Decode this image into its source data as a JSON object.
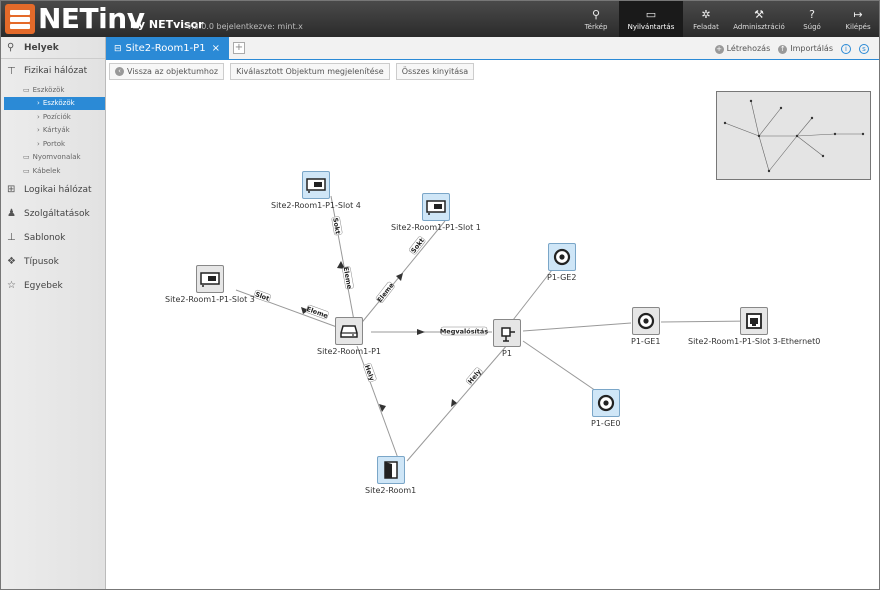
{
  "header": {
    "brand": "NETinv",
    "by": "by NETvisor",
    "version": "v.3.0.0 bejelentkezve: mint.x",
    "nav": [
      {
        "icon": "map-pin-icon",
        "glyph": "⚲",
        "label": "Térkép"
      },
      {
        "icon": "inbox-icon",
        "glyph": "▭",
        "label": "Nyilvántartás"
      },
      {
        "icon": "gear-icon",
        "glyph": "✲",
        "label": "Feladat"
      },
      {
        "icon": "wrench-icon",
        "glyph": "⚒",
        "label": "Adminisztráció"
      },
      {
        "icon": "help-icon",
        "glyph": "?",
        "label": "Súgó"
      },
      {
        "icon": "logout-icon",
        "glyph": "↦",
        "label": "Kilépés"
      }
    ]
  },
  "sidebar": {
    "helyek": "Helyek",
    "fizikai": "Fizikai hálózat",
    "eszkozok": "Eszközök",
    "sub": [
      "Eszközök",
      "Pozíciók",
      "Kártyák",
      "Portok"
    ],
    "nyomvonalak": "Nyomvonalak",
    "kabelek": "Kábelek",
    "logikai": "Logikai hálózat",
    "szolgaltatasok": "Szolgáltatások",
    "sablonok": "Sablonok",
    "tipusok": "Típusok",
    "egyebek": "Egyebek"
  },
  "tabs": {
    "active": "Site2-Room1-P1",
    "add": "+",
    "letrehozas": "Létrehozás",
    "importalas": "Importálás",
    "info": "i",
    "settings": "s"
  },
  "toolbar": {
    "back": "Vissza az objektumhoz",
    "show_selected": "Kiválasztott Objektum megjelenítése",
    "expand_all": "Összes kinyitása"
  },
  "nodes": {
    "slot4": "Site2-Room1-P1-Slot 4",
    "slot1": "Site2-Room1-P1-Slot 1",
    "slot3": "Site2-Room1-P1-Slot 3",
    "p1_device": "Site2-Room1-P1",
    "p1": "P1",
    "ge2": "P1-GE2",
    "ge1": "P1-GE1",
    "ge0": "P1-GE0",
    "ethernet0": "Site2-Room1-P1-Slot 3-Ethernet0",
    "room1": "Site2-Room1"
  },
  "edge_labels": {
    "eleme": "Eleme",
    "sokt": "Sokt",
    "sokt_alt": "Slot",
    "hely": "Hely",
    "megvalositas": "Megvalósítás"
  },
  "colors": {
    "accent": "#2b8ad6",
    "node_blue": "#cfe6f7",
    "logo": "#e46a2a"
  }
}
